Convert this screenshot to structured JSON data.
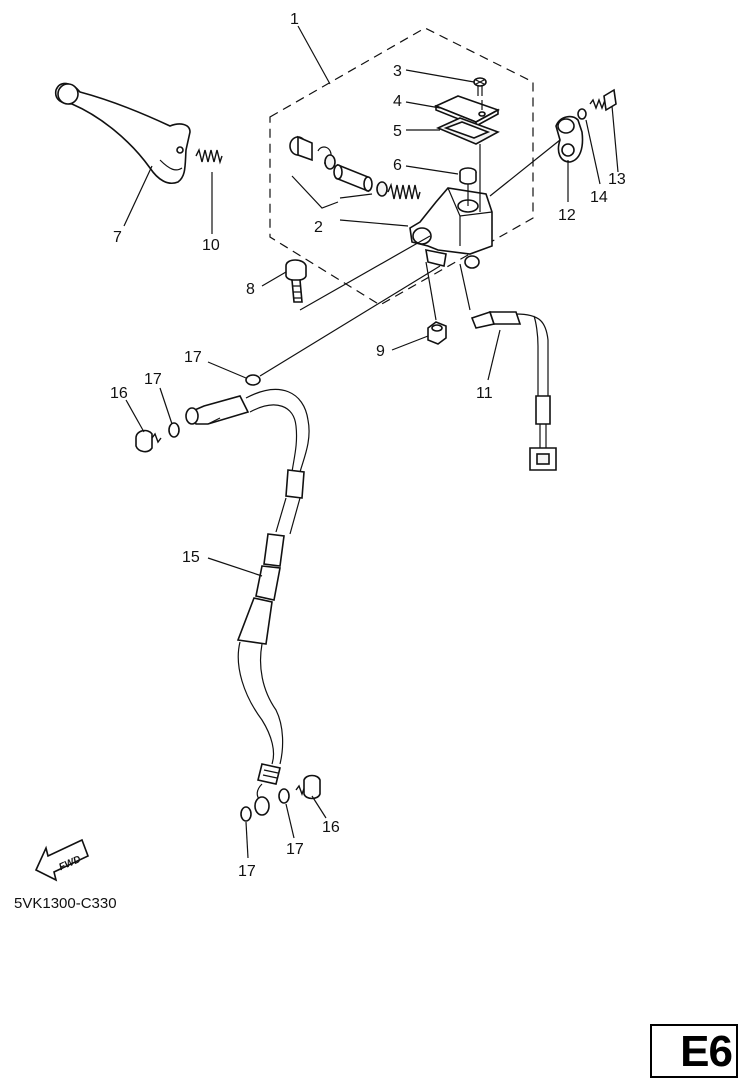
{
  "diagram": {
    "callouts": [
      {
        "id": "1",
        "text": "1"
      },
      {
        "id": "2",
        "text": "2"
      },
      {
        "id": "3",
        "text": "3"
      },
      {
        "id": "4",
        "text": "4"
      },
      {
        "id": "5",
        "text": "5"
      },
      {
        "id": "6",
        "text": "6"
      },
      {
        "id": "7",
        "text": "7"
      },
      {
        "id": "8",
        "text": "8"
      },
      {
        "id": "9",
        "text": "9"
      },
      {
        "id": "10",
        "text": "10"
      },
      {
        "id": "11",
        "text": "11"
      },
      {
        "id": "12",
        "text": "12"
      },
      {
        "id": "13",
        "text": "13"
      },
      {
        "id": "14",
        "text": "14"
      },
      {
        "id": "15",
        "text": "15"
      },
      {
        "id": "16a",
        "text": "16"
      },
      {
        "id": "16b",
        "text": "16"
      },
      {
        "id": "17a",
        "text": "17"
      },
      {
        "id": "17b",
        "text": "17"
      },
      {
        "id": "17c",
        "text": "17"
      },
      {
        "id": "17d",
        "text": "17"
      }
    ],
    "fwd_label": "FWD",
    "drawing_code": "5VK1300-C330",
    "page_code": "E6"
  }
}
